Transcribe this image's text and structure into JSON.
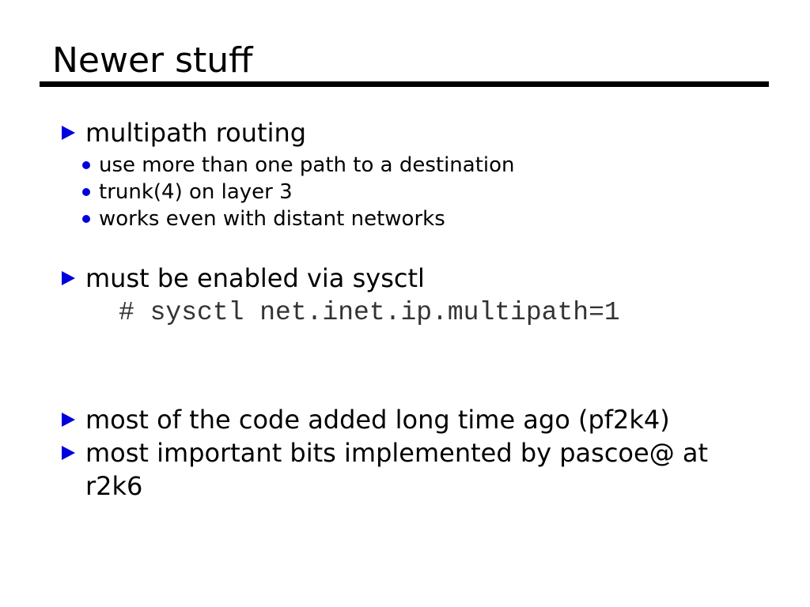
{
  "slide": {
    "background": "#ffffff",
    "text_color": "#000000",
    "accent_color": "#0000dd",
    "code_color": "#333333",
    "title": "Newer stuff",
    "bullet1": {
      "label": "multipath routing",
      "sub1": "use more than one path to a destination",
      "sub2": "trunk(4) on layer 3",
      "sub3": "works even with distant networks"
    },
    "bullet2": {
      "label": "must be enabled via sysctl",
      "command": "# sysctl net.inet.ip.multipath=1"
    },
    "bullet3": {
      "label": "most of the code added long time ago (pf2k4)"
    },
    "bullet4": {
      "label_line1": "most important bits implemented by pascoe@ at",
      "label_line2": "r2k6"
    }
  }
}
